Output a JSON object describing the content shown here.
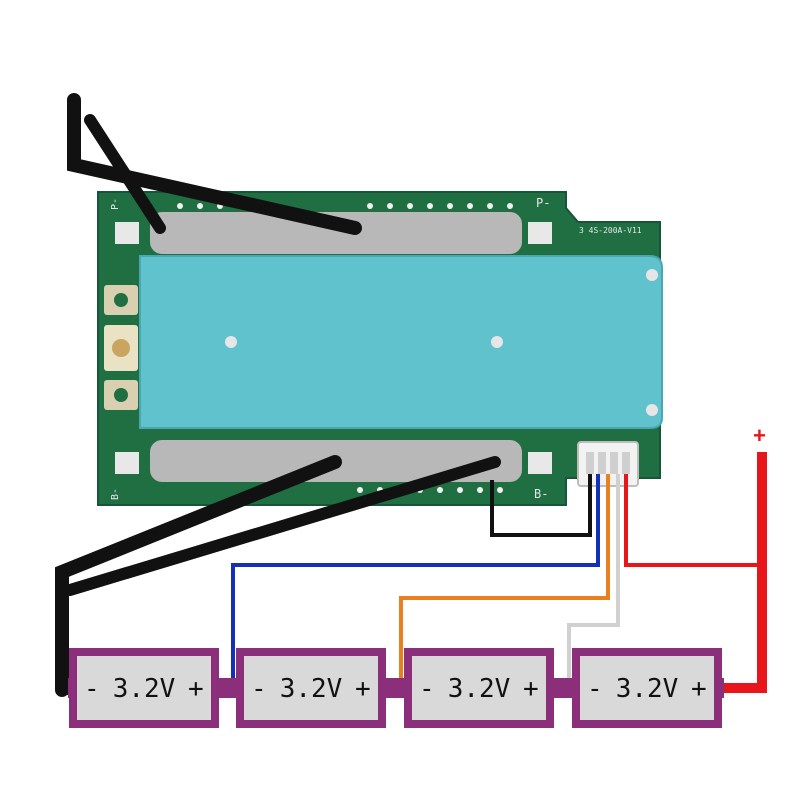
{
  "board": {
    "model_label": "3 4S-200A-V11",
    "p_minus_label": "P-",
    "b_minus_label": "B-",
    "p_side_label": "P-",
    "b_side_label": "B-",
    "pcb_color": "#1f6f43",
    "heatsink_color": "#5fc2cd"
  },
  "wires": {
    "balance": [
      "black",
      "blue",
      "orange",
      "white",
      "red"
    ],
    "positive_symbol": "+"
  },
  "cells": [
    {
      "minus": "-",
      "voltage": "3.2V",
      "plus": "+"
    },
    {
      "minus": "-",
      "voltage": "3.2V",
      "plus": "+"
    },
    {
      "minus": "-",
      "voltage": "3.2V",
      "plus": "+"
    },
    {
      "minus": "-",
      "voltage": "3.2V",
      "plus": "+"
    }
  ],
  "colors": {
    "cell_border": "#8b2f7a",
    "cell_fill": "#d9d9d9",
    "wire_red": "#e8161b",
    "wire_blue": "#1230b8",
    "wire_orange": "#e8801f",
    "wire_white": "#d8d8d8",
    "wire_black": "#111111"
  }
}
